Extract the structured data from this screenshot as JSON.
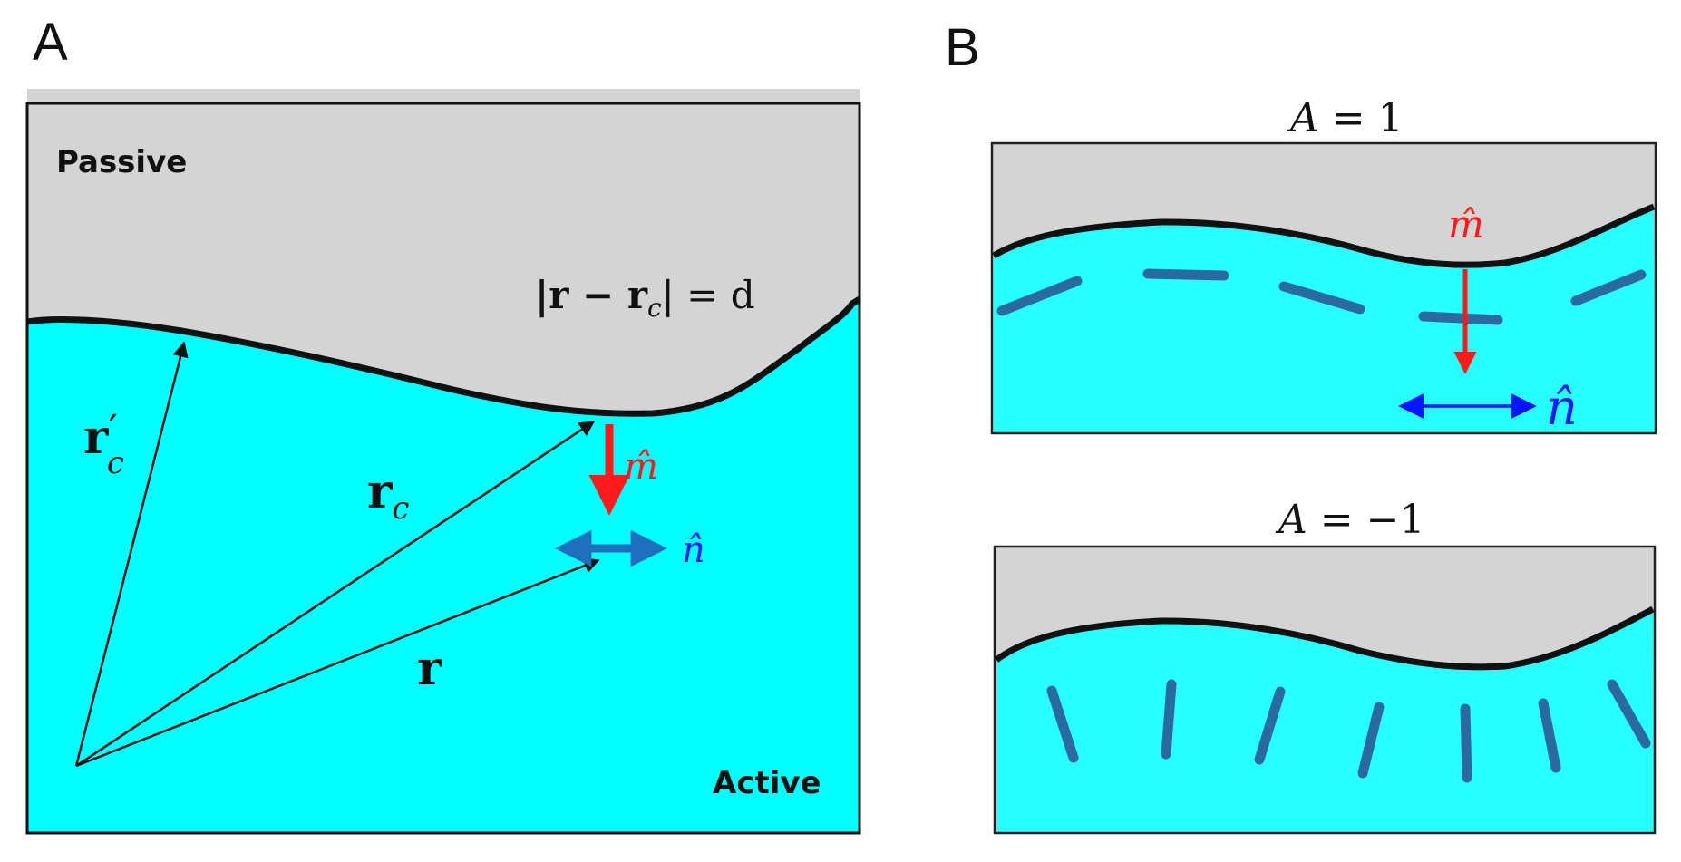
{
  "colors": {
    "passive": "#d4d4d4",
    "active_A": "#00ffff",
    "active_B": "#28ffff",
    "interface": "#111111",
    "frame": "#111111",
    "m_arrow": "#ff1a1a",
    "n_arrow_A": "#1f6fbf",
    "n_arrow_B": "#0a14ff",
    "n_label": "#1a1aff",
    "director": "#2b6aa0"
  },
  "panel_A": {
    "letter": "A",
    "passive_label": "Passive",
    "active_label": "Active",
    "constraint_label": "|r − r",
    "constraint_sub": "c",
    "constraint_tail": "| = d",
    "vec_rc_prime": "r",
    "vec_rc_prime_mark": "′",
    "vec_rc_prime_sub": "c",
    "vec_rc": "r",
    "vec_rc_sub": "c",
    "vec_r": "r",
    "m_hat": "m̂",
    "n_hat": "n̂"
  },
  "panel_B": {
    "letter": "B",
    "top": {
      "title_var": "A",
      "title_eq": " = 1",
      "m_hat": "m̂",
      "n_hat": "n̂"
    },
    "bottom": {
      "title_var": "A",
      "title_eq": " = −1"
    }
  }
}
